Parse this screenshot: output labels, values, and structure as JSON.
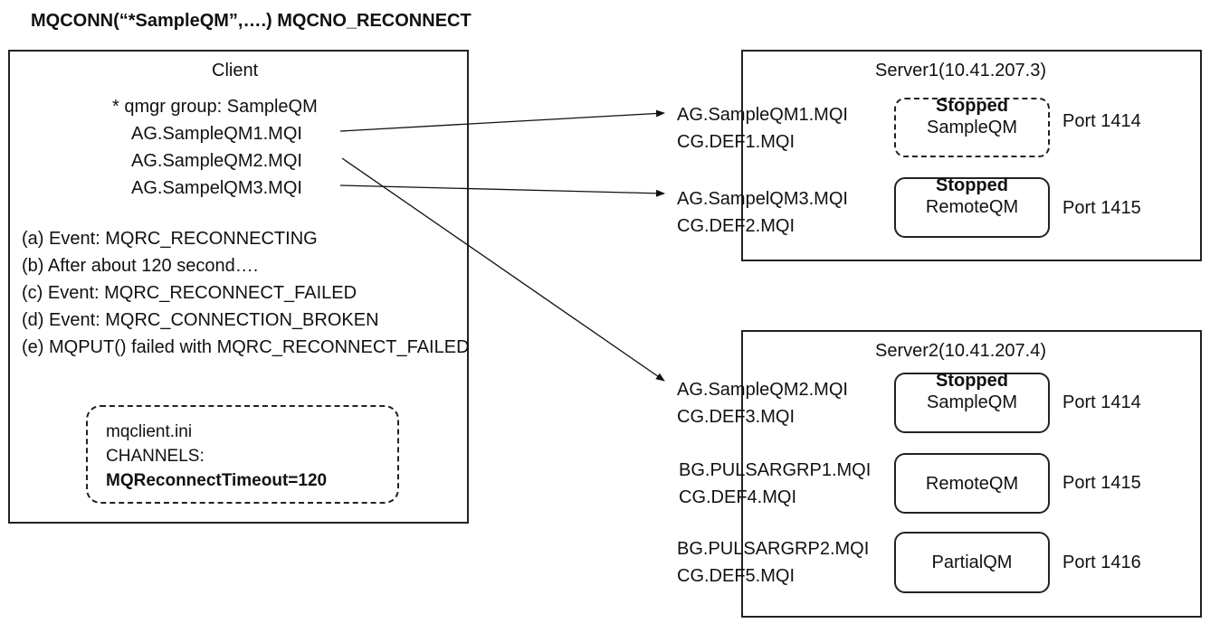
{
  "title": "MQCONN(“*SampleQM”,….) MQCNO_RECONNECT",
  "client": {
    "label": "Client",
    "group": "* qmgr group: SampleQM",
    "channels": [
      "AG.SampleQM1.MQI",
      "AG.SampleQM2.MQI",
      "AG.SampelQM3.MQI"
    ],
    "events": [
      "(a) Event: MQRC_RECONNECTING",
      "(b) After about 120 second….",
      "(c) Event: MQRC_RECONNECT_FAILED",
      "(d) Event: MQRC_CONNECTION_BROKEN",
      "(e) MQPUT() failed with MQRC_RECONNECT_FAILED"
    ],
    "config": {
      "file": "mqclient.ini",
      "section": "CHANNELS:",
      "setting": "MQReconnectTimeout=120"
    }
  },
  "server1": {
    "label": "Server1(10.41.207.3)",
    "rows": [
      {
        "channel": "AG.SampleQM1.MQI",
        "cg": "CG.DEF1.MQI",
        "status": "Stopped",
        "qm": "SampleQM",
        "port": "Port 1414"
      },
      {
        "channel": "AG.SampelQM3.MQI",
        "cg": "CG.DEF2.MQI",
        "status": "Stopped",
        "qm": "RemoteQM",
        "port": "Port 1415"
      }
    ]
  },
  "server2": {
    "label": "Server2(10.41.207.4)",
    "rows": [
      {
        "channel": "AG.SampleQM2.MQI",
        "cg": "CG.DEF3.MQI",
        "status": "Stopped",
        "qm": "SampleQM",
        "port": "Port 1414"
      },
      {
        "channel": "BG.PULSARGRP1.MQI",
        "cg": "CG.DEF4.MQI",
        "status": "",
        "qm": "RemoteQM",
        "port": "Port 1415"
      },
      {
        "channel": "BG.PULSARGRP2.MQI",
        "cg": "CG.DEF5.MQI",
        "status": "",
        "qm": "PartialQM",
        "port": "Port 1416"
      }
    ]
  }
}
